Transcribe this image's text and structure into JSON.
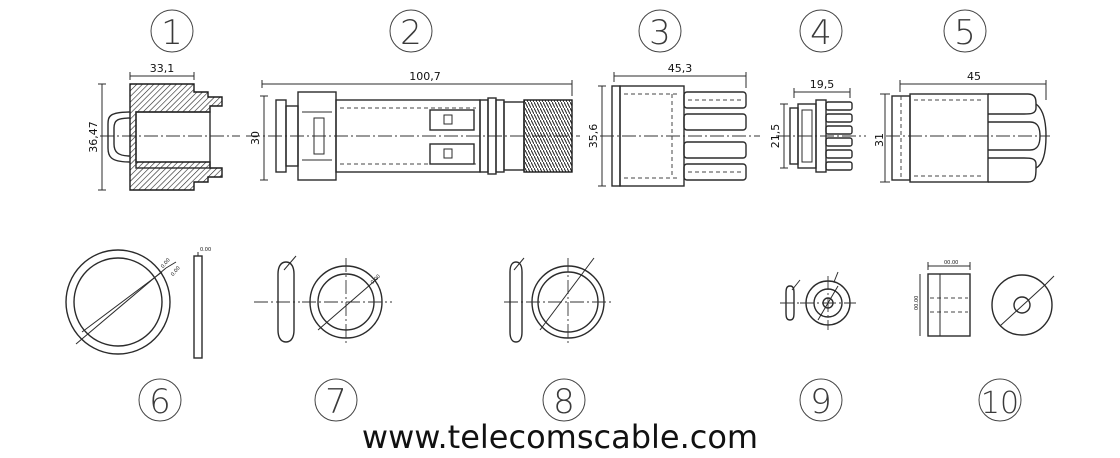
{
  "part_numbers": [
    "1",
    "2",
    "3",
    "4",
    "5",
    "6",
    "7",
    "8",
    "9",
    "10"
  ],
  "dimensions": {
    "p1_width": "33,1",
    "p1_height": "36,47",
    "p2_length": "100,7",
    "p2_height": "30",
    "p3_width": "45,3",
    "p3_height": "35,6",
    "p4_width": "19,5",
    "p4_height": "21,5",
    "p5_width": "45",
    "p5_height": "31"
  },
  "footer": {
    "website": "www.telecomscable.com"
  },
  "colors": {
    "line": "#2b2b2b",
    "background": "#ffffff"
  }
}
